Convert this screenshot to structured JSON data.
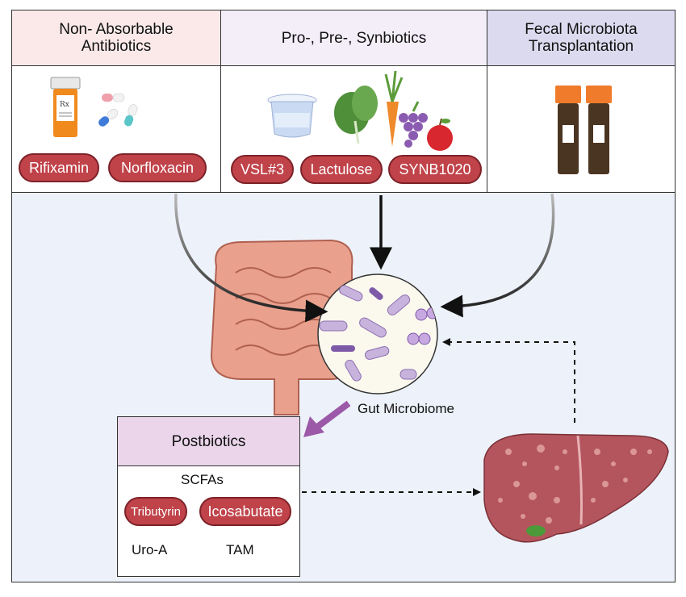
{
  "columns": [
    {
      "title": "Non- Absorbable Antibiotics",
      "pills": [
        "Rifixamin",
        "Norfloxacin"
      ]
    },
    {
      "title": "Pro-, Pre-, Synbiotics",
      "pills": [
        "VSL#3",
        "Lactulose",
        "SYNB1020"
      ]
    },
    {
      "title": "Fecal Microbiota Transplantation"
    }
  ],
  "gut_label": "Gut Microbiome",
  "postbiotics": {
    "title": "Postbiotics",
    "group_label": "SCFAs",
    "pills": [
      "Tributyrin",
      "Icosabutate"
    ],
    "items": [
      "Uro-A",
      "TAM"
    ]
  },
  "colors": {
    "header_antibiotics": "#fbe9e9",
    "header_biotics": "#f3eef8",
    "header_fmt": "#dcdaee",
    "panel_bg": "#edf2fa",
    "pill": "#c0434a",
    "postbiotics_header": "#ead5ea",
    "gut_arrow": "#9b59a8",
    "liver": "#b4555d"
  }
}
